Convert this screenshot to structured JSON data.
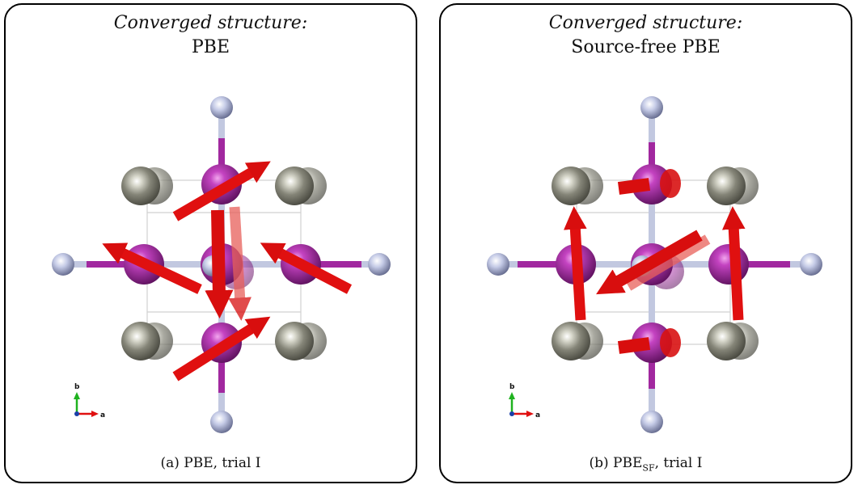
{
  "panels": [
    {
      "title_line1": "Converged structure:",
      "title_line2": "PBE",
      "caption_prefix": "(a) PBE, trial I",
      "caption_sub": "",
      "caption_suffix": ""
    },
    {
      "title_line1": "Converged structure:",
      "title_line2": "Source-free PBE",
      "caption_prefix": "(b) PBE",
      "caption_sub": "SF",
      "caption_suffix": ", trial I"
    }
  ],
  "axes": {
    "b_label": "b",
    "a_label": "a"
  },
  "colors": {
    "magenta_atom": "#9a2a9a",
    "gray_atom": "#7c7c72",
    "light_atom": "#b8bedc",
    "bond_magenta": "#a1289f",
    "bond_light": "#c2c8e0",
    "arrow_red": "#e01010"
  }
}
